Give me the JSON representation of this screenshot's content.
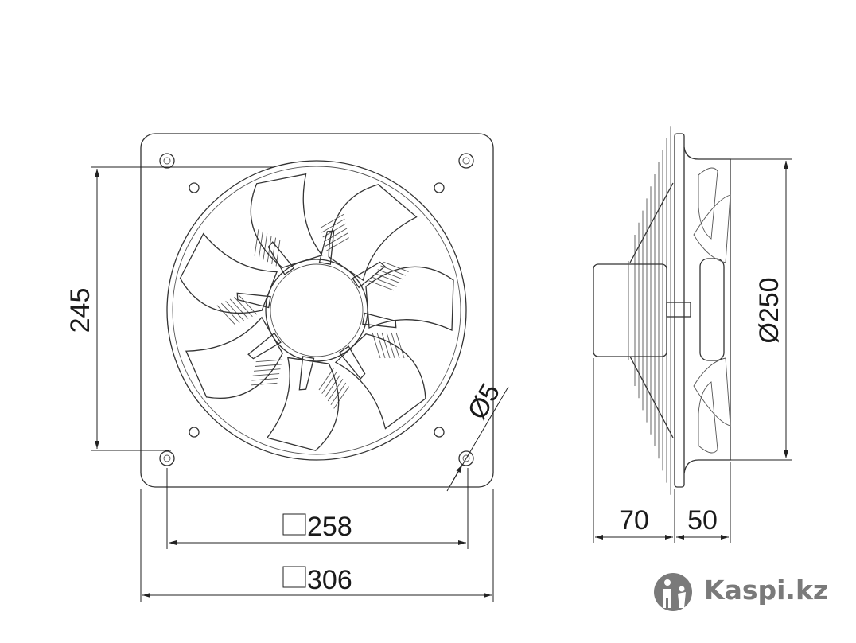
{
  "drawing": {
    "dimensions": {
      "height": "245",
      "inner_square": "258",
      "outer_square": "306",
      "hole_diameter": "Ø5",
      "fan_diameter": "Ø250",
      "motor_depth": "70",
      "housing_depth": "50"
    },
    "blade_count": 7
  },
  "watermark": {
    "text": "Kaspi.kz",
    "color": "#7a7a7a"
  }
}
